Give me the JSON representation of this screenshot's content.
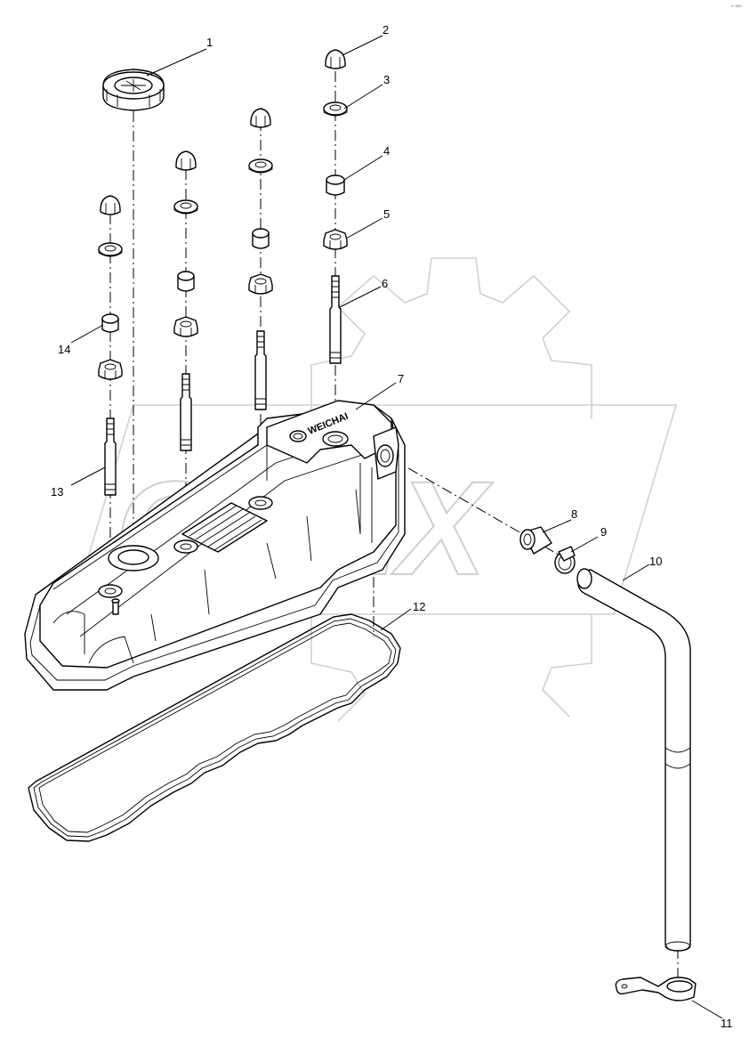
{
  "figure_code": "x°-000",
  "watermark_text": "OPEX",
  "cover_brand": "WEICHAI",
  "callouts": [
    {
      "n": "1"
    },
    {
      "n": "2"
    },
    {
      "n": "3"
    },
    {
      "n": "4"
    },
    {
      "n": "5"
    },
    {
      "n": "6"
    },
    {
      "n": "7"
    },
    {
      "n": "8"
    },
    {
      "n": "9"
    },
    {
      "n": "10"
    },
    {
      "n": "11"
    },
    {
      "n": "12"
    },
    {
      "n": "13"
    },
    {
      "n": "14"
    }
  ]
}
